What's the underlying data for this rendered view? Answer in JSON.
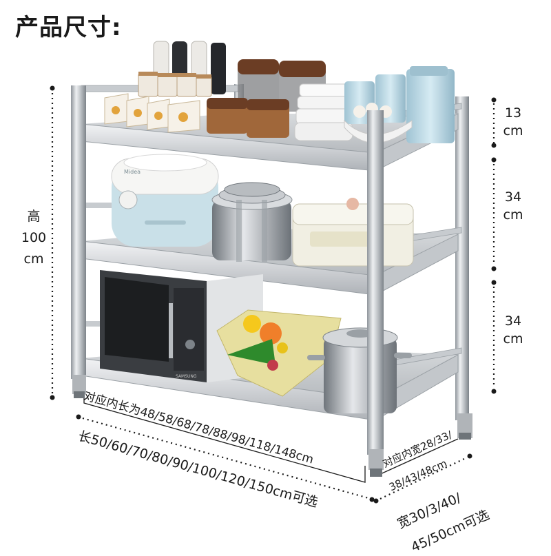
{
  "title": "产品尺寸:",
  "dimensions": {
    "height_label": "高",
    "height_value": "100",
    "height_unit": "cm",
    "gap_top": "13",
    "gap_top_unit": "cm",
    "gap_middle": "34",
    "gap_middle_unit": "cm",
    "gap_bottom": "34",
    "gap_bottom_unit": "cm",
    "inner_length": "对应内长为48/58/68/78/88/98/118/148cm",
    "outer_length": "长50/60/70/80/90/100/120/150cm可选",
    "inner_width_line1": "对应内宽28/33/",
    "inner_width_line2": "38/43/48cm",
    "outer_width_line1": "宽30/3/40/",
    "outer_width_line2": "45/50cm可选"
  },
  "appliances": {
    "rice_cooker_brand": "Midea",
    "microwave_brand": "SAMSUNG"
  },
  "colors": {
    "steel": "#c9ccd0",
    "steel_dark": "#8e9398",
    "dot": "#1a1a1a"
  }
}
